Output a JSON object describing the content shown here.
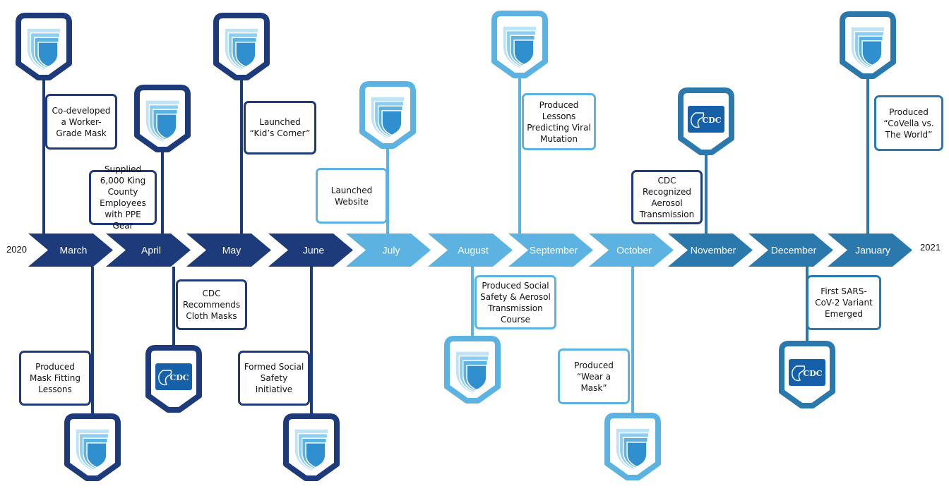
{
  "timeline": {
    "start_year": "2020",
    "end_year": "2021",
    "months": [
      "March",
      "April",
      "May",
      "June",
      "July",
      "August",
      "September",
      "October",
      "November",
      "December",
      "January"
    ],
    "colors": {
      "navy": "#1d3a7a",
      "light": "#5cb3e2",
      "mid": "#2b78ad",
      "arrow_text": "#ffffff"
    }
  },
  "events": [
    {
      "text": "Co-developed a Worker-Grade Mask",
      "month": "March",
      "side": "above",
      "icon": "shield-icon"
    },
    {
      "text": "Produced Mask Fitting Lessons",
      "month": "March",
      "side": "below",
      "icon": "shield-icon"
    },
    {
      "text": "Supplied 6,000 King County Employees with PPE Gear",
      "month": "April",
      "side": "above",
      "icon": "shield-icon"
    },
    {
      "text": "CDC Recommends Cloth Masks",
      "month": "April",
      "side": "below",
      "icon": "cdc-logo-icon"
    },
    {
      "text": "Launched “Kid’s Corner”",
      "month": "May",
      "side": "above",
      "icon": "shield-icon"
    },
    {
      "text": "Formed Social Safety Initiative",
      "month": "June",
      "side": "below",
      "icon": "shield-icon"
    },
    {
      "text": "Launched Website",
      "month": "July",
      "side": "above",
      "icon": "shield-icon"
    },
    {
      "text": "Produced Social Safety & Aerosol Transmission Course",
      "month": "August",
      "side": "below",
      "icon": "shield-icon"
    },
    {
      "text": "Produced Lessons Predicting Viral Mutation",
      "month": "September",
      "side": "above",
      "icon": "shield-icon"
    },
    {
      "text": "Produced “Wear a Mask”",
      "month": "October",
      "side": "below",
      "icon": "shield-icon"
    },
    {
      "text": "CDC Recognized Aerosol Transmission",
      "month": "November",
      "side": "above",
      "icon": "cdc-logo-icon"
    },
    {
      "text": "First SARS-CoV-2 Variant Emerged",
      "month": "December",
      "side": "below",
      "icon": "cdc-logo-icon"
    },
    {
      "text": "Produced “CoVella vs. The World”",
      "month": "January",
      "side": "above",
      "icon": "shield-icon"
    }
  ],
  "cdc_logo_text": "CDC"
}
